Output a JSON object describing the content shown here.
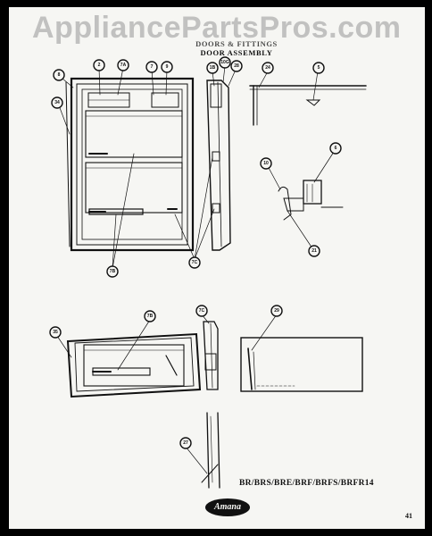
{
  "watermark": "AppliancePartsPros.com",
  "header": {
    "line1": "DOORS & FITTINGS",
    "line2": "DOOR ASSEMBLY"
  },
  "model_list": "BR/BRS/BRE/BRF/BRFS/BRFR14",
  "page_number": "41",
  "logo_text": "Amana",
  "callouts": [
    "8",
    "2",
    "7A",
    "7",
    "9",
    "34",
    "1B",
    "10G",
    "28",
    "24",
    "5",
    "6",
    "10",
    "21",
    "7B",
    "7C",
    "35",
    "7B",
    "7C",
    "29",
    "27"
  ]
}
